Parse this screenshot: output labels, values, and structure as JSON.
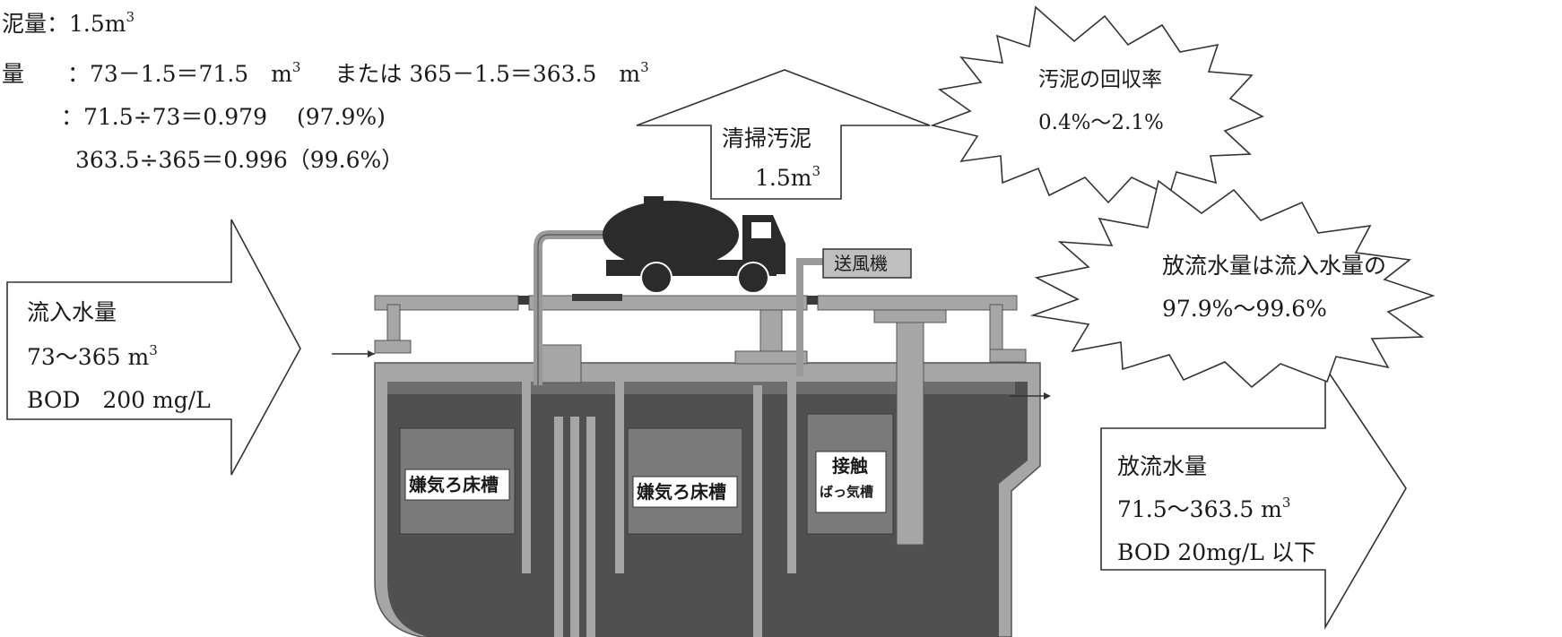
{
  "calc": {
    "line1_label": "泥量：",
    "line1_value": "1.5m",
    "line1_sup": "3",
    "line2_label": "量",
    "line2_value": "：73－1.5＝71.5　m",
    "line2_sup": "3",
    "line2_or": "または 365－1.5＝363.5　m",
    "line2_or_sup": "3",
    "line3": "：71.5÷73＝0.979　 (97.9%)",
    "line4": "363.5÷365＝0.996（99.6%）"
  },
  "sludge_arrow": {
    "label": "清掃汚泥",
    "amount": "1.5m",
    "amount_sup": "3"
  },
  "recovery_burst": {
    "label": "汚泥の回収率",
    "range": "0.4%～2.1%"
  },
  "discharge_burst": {
    "label": "放流水量は流入水量の",
    "range": "97.9%～99.6%"
  },
  "inflow": {
    "label": "流入水量",
    "volume": "73～365 m",
    "volume_sup": "3",
    "bod": "BOD　200 mg/L"
  },
  "outflow": {
    "label": "放流水量",
    "volume": "71.5～363.5 m",
    "volume_sup": "3",
    "bod": "BOD 20mg/L 以下"
  },
  "tank": {
    "blower": "送風機",
    "chamber1": "嫌気ろ床槽",
    "chamber2": "嫌気ろ床槽",
    "chamber3_line1": "接触",
    "chamber3_line2": "ばっ気槽"
  },
  "colors": {
    "water": "#505050",
    "tank_wall": "#a6a6a6",
    "filter_fill": "#7a7a7a",
    "truck": "#2b2b2b"
  }
}
